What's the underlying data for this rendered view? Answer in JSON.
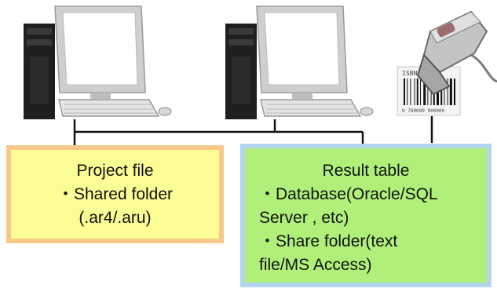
{
  "project_box": {
    "title": "Project file",
    "lines": [
      "・Shared folder",
      "(.ar4/.aru)"
    ]
  },
  "result_box": {
    "title": "Result table",
    "lines": [
      "・Database(Oracle/SQL",
      "Server , etc)",
      "・Share folder(text",
      "file/MS Access)"
    ]
  },
  "barcode": {
    "isbn_text": "ISBN 0-93",
    "number_text": "9 780000 000000"
  },
  "icons": [
    "computer-icon",
    "computer-icon",
    "barcode-scanner-icon",
    "barcode-icon"
  ],
  "colors": {
    "project_fill": "#fdfd95",
    "project_border": "#f8c88a",
    "result_fill": "#b0f07a",
    "result_border": "#b3d4ee",
    "connector": "#111111"
  }
}
